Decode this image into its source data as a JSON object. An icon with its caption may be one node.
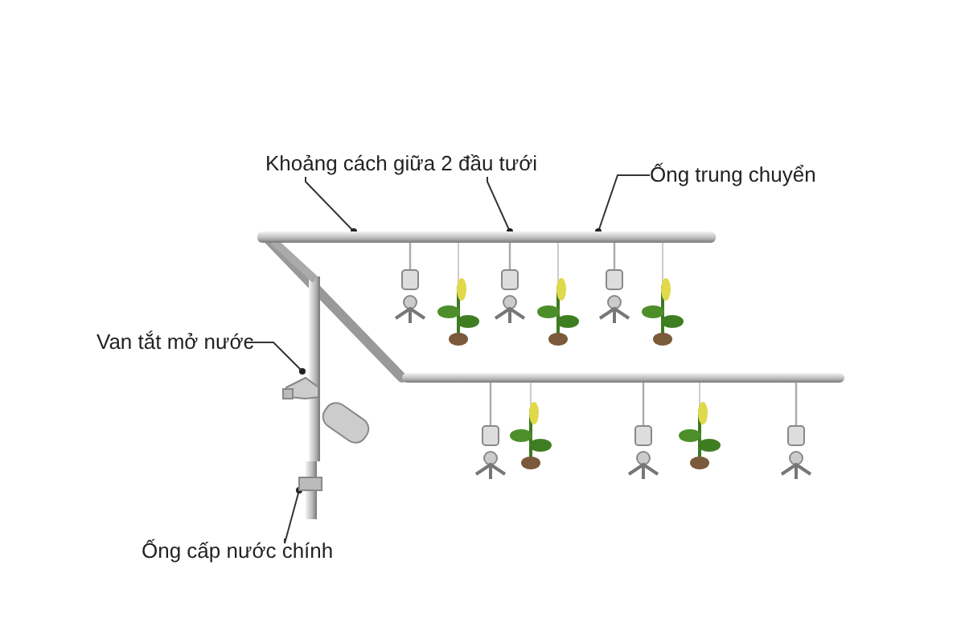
{
  "diagram": {
    "nodes": [
      {
        "text": [
          "Khoảng cách giữa 2 đầu tưới"
        ]
      },
      {
        "text": [
          "Ống trung chuyển"
        ]
      },
      {
        "text": [
          "Van tắt mở nước"
        ]
      },
      {
        "text": [
          "Ống cấp nước chính"
        ]
      },
      {
        "text": [],
        "shape": "bar"
      },
      {
        "text": [],
        "shape": "picture"
      },
      {
        "text": [],
        "shape": "bar"
      }
    ],
    "edges": [
      {
        "from": 0,
        "to": 4,
        "arrow": "other"
      },
      {
        "from": 0,
        "to": 4,
        "arrow": "other"
      },
      {
        "from": 1,
        "to": 4,
        "arrow": "other"
      },
      {
        "from": 2,
        "to": 5,
        "arrow": "other"
      },
      {
        "from": 3,
        "to": 6,
        "arrow": "other"
      }
    ]
  }
}
